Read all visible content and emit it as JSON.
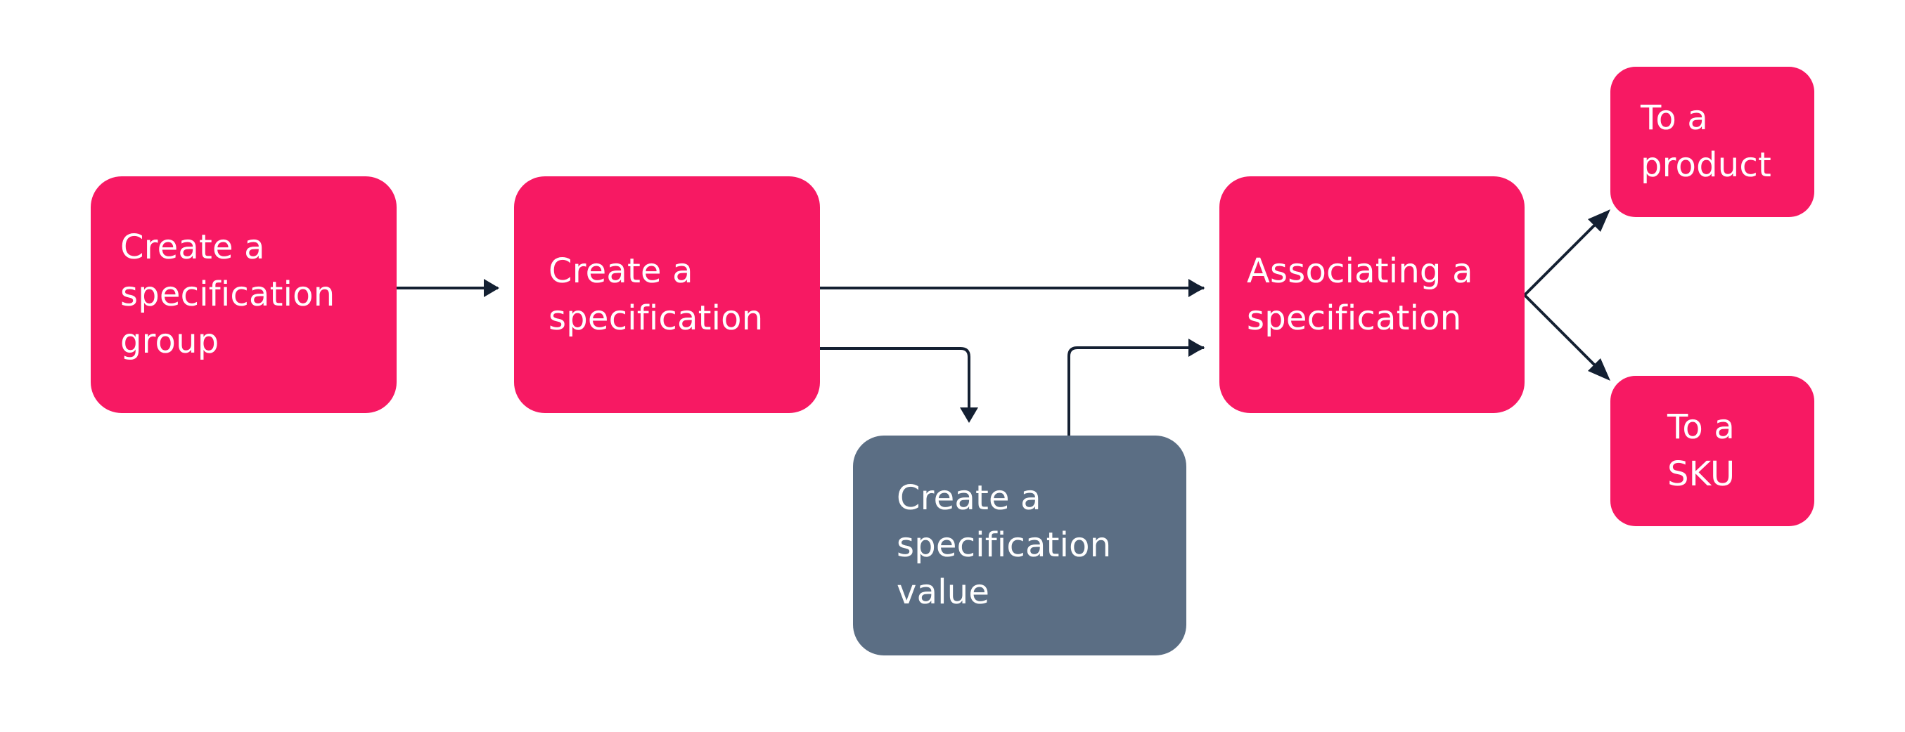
{
  "diagram": {
    "colors": {
      "primary_node": "#f71963",
      "secondary_node": "#5b6e84",
      "connector": "#142032",
      "text": "#ffffff"
    },
    "nodes": {
      "create_group": "Create a\nspecification\ngroup",
      "create_specification": "Create a\nspecification",
      "create_value": "Create a\nspecification\nvalue",
      "associating": "Associating a\nspecification",
      "to_product": "To a\nproduct",
      "to_sku": "To a\nSKU"
    }
  }
}
